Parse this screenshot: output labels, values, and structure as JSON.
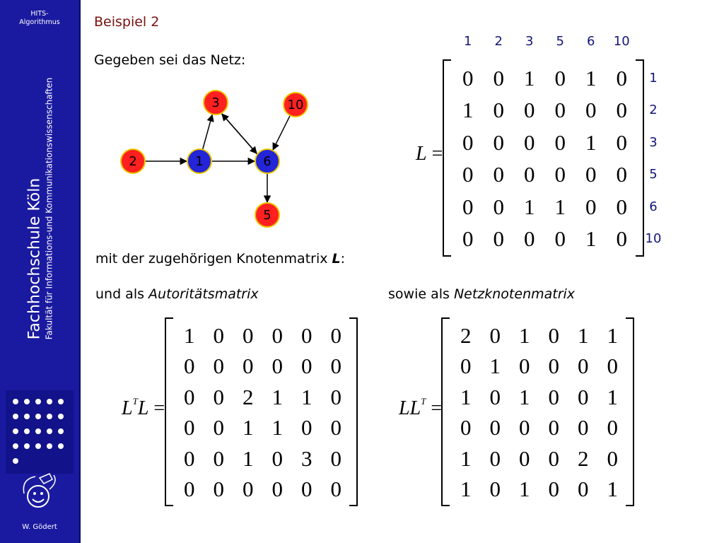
{
  "sidebar": {
    "top_title_line1": "HITS-",
    "top_title_line2": "Algorithmus",
    "institution": "Fachhochschule Köln",
    "faculty": "Fakultät für Informations-und Kommunikationswissenschaften",
    "author": "W. Gödert",
    "logo_icon": "smiley-logo-icon"
  },
  "slide": {
    "title": "Beispiel 2",
    "given_text": "Gegeben sei das Netz:",
    "knotenmatrix_prefix": "mit der zugehörigen Knotenmatrix ",
    "knotenmatrix_symbol": "L",
    "knotenmatrix_suffix": ":",
    "autor_prefix": "und als ",
    "autor_term": "Autoritätsmatrix",
    "netz_prefix": "sowie als ",
    "netz_term": "Netzknotenmatrix"
  },
  "graph": {
    "nodes": [
      {
        "id": "2",
        "label": "2"
      },
      {
        "id": "1",
        "label": "1"
      },
      {
        "id": "3",
        "label": "3"
      },
      {
        "id": "10",
        "label": "10"
      },
      {
        "id": "6",
        "label": "6"
      },
      {
        "id": "5",
        "label": "5"
      }
    ],
    "edges": [
      [
        "2",
        "1"
      ],
      [
        "1",
        "3"
      ],
      [
        "1",
        "6"
      ],
      [
        "3",
        "6"
      ],
      [
        "6",
        "3"
      ],
      [
        "10",
        "6"
      ],
      [
        "6",
        "5"
      ]
    ],
    "node_colors": {
      "red": "#ff2020",
      "blue": "#2424d8",
      "yellow": "#e8c800"
    }
  },
  "matrices": {
    "L": {
      "label_main": "L",
      "label_equals": "=",
      "col_headers": [
        "1",
        "2",
        "3",
        "5",
        "6",
        "10"
      ],
      "row_headers": [
        "1",
        "2",
        "3",
        "5",
        "6",
        "10"
      ],
      "rows": [
        [
          0,
          0,
          1,
          0,
          1,
          0
        ],
        [
          1,
          0,
          0,
          0,
          0,
          0
        ],
        [
          0,
          0,
          0,
          0,
          1,
          0
        ],
        [
          0,
          0,
          0,
          0,
          0,
          0
        ],
        [
          0,
          0,
          1,
          1,
          0,
          0
        ],
        [
          0,
          0,
          0,
          0,
          1,
          0
        ]
      ]
    },
    "LTL": {
      "label_main_a": "L",
      "label_sup": "T",
      "label_main_b": "L",
      "label_equals": "=",
      "rows": [
        [
          1,
          0,
          0,
          0,
          0,
          0
        ],
        [
          0,
          0,
          0,
          0,
          0,
          0
        ],
        [
          0,
          0,
          2,
          1,
          1,
          0
        ],
        [
          0,
          0,
          1,
          1,
          0,
          0
        ],
        [
          0,
          0,
          1,
          0,
          3,
          0
        ],
        [
          0,
          0,
          0,
          0,
          0,
          0
        ]
      ]
    },
    "LLT": {
      "label_main": "LL",
      "label_sup": "T",
      "label_equals": "=",
      "rows": [
        [
          2,
          0,
          1,
          0,
          1,
          1
        ],
        [
          0,
          1,
          0,
          0,
          0,
          0
        ],
        [
          1,
          0,
          1,
          0,
          0,
          1
        ],
        [
          0,
          0,
          0,
          0,
          0,
          0
        ],
        [
          1,
          0,
          0,
          0,
          2,
          0
        ],
        [
          1,
          0,
          1,
          0,
          0,
          1
        ]
      ]
    }
  }
}
